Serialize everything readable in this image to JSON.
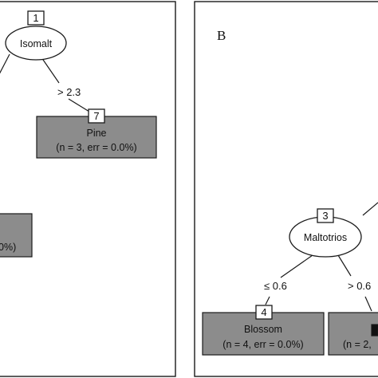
{
  "panel_b": {
    "label": "B"
  },
  "colors": {
    "leaf_fill": "#8c8c8c",
    "split_fill": "#ffffff",
    "line": "#1a1a1a"
  },
  "tree_a": {
    "node1": {
      "id": "1",
      "variable": "Isomalt"
    },
    "edge_right": {
      "label": "> 2.3"
    },
    "leaf7": {
      "id": "7",
      "name": "Pine",
      "stats": "(n = 3, err = 0.0%)"
    },
    "leaf_partial": {
      "stats_fragment": "0%)"
    }
  },
  "tree_b": {
    "node3": {
      "id": "3",
      "variable": "Maltotrios"
    },
    "edge_left": {
      "label": "≤ 0.6"
    },
    "edge_right": {
      "label": "> 0.6"
    },
    "leaf4": {
      "id": "4",
      "name": "Blossom",
      "stats": "(n = 4, err = 0.0%)"
    },
    "leaf_partial": {
      "stats_fragment": "(n = 2,"
    }
  }
}
